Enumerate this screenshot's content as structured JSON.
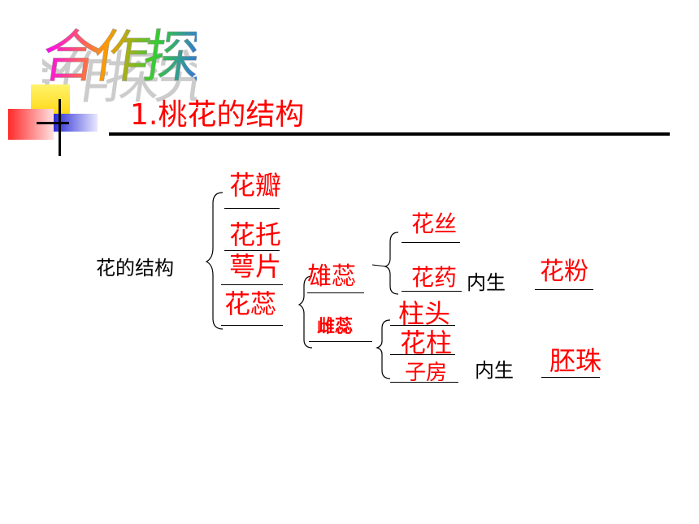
{
  "wordart_title": "合作探究",
  "heading": "1.桃花的结构",
  "root_label": "花的结构",
  "level1": {
    "petal": "花瓣",
    "receptacle": "花托",
    "sepal": "萼片",
    "pistil_group": "花蕊"
  },
  "stamen_label": "雄蕊",
  "pistil_label": "雌蕊",
  "stamen_parts": {
    "filament": "花丝",
    "anther": "花药"
  },
  "pistil_parts": {
    "stigma": "柱头",
    "style": "花柱",
    "ovary": "子房"
  },
  "inner_text_1": "内生",
  "inner_text_2": "内生",
  "product_1": "花粉",
  "product_2": "胚珠",
  "colors": {
    "answer": "#ff0000",
    "label": "#000000"
  }
}
